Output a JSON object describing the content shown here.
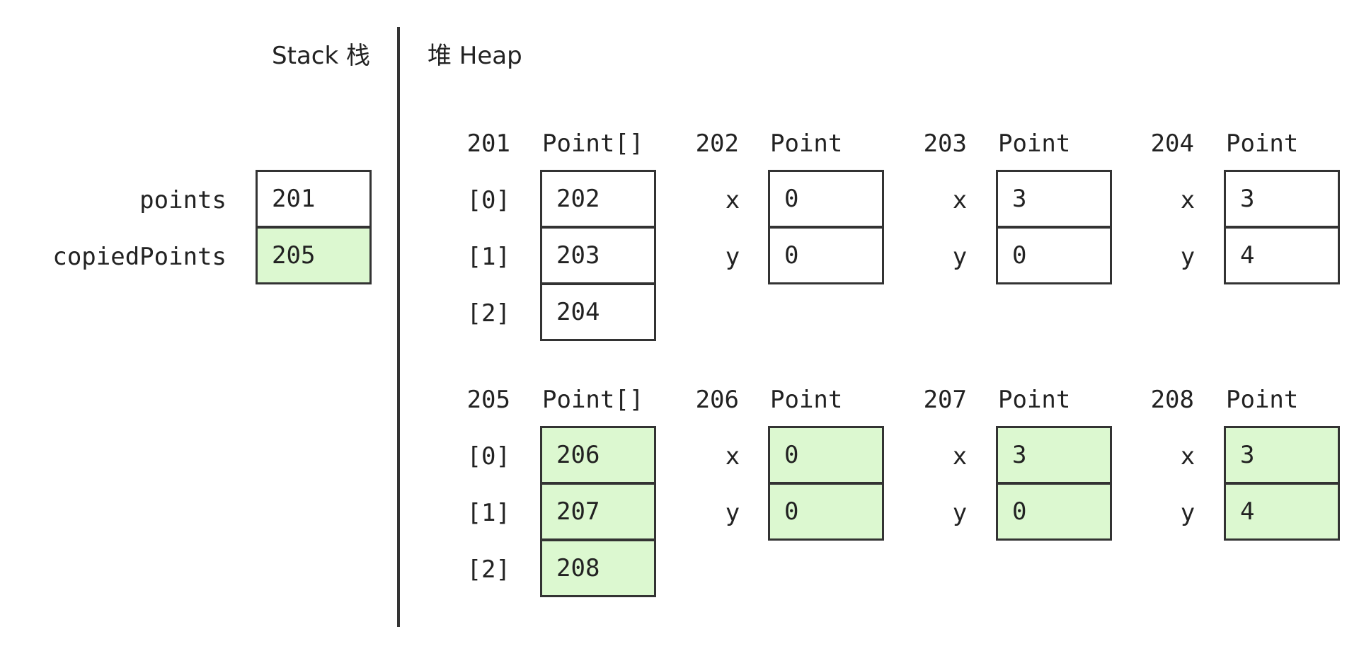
{
  "headers": {
    "stack": "Stack 栈",
    "heap": "堆 Heap"
  },
  "colors": {
    "highlight": "#dcf8d0",
    "border": "#333333",
    "text": "#222222"
  },
  "stack": [
    {
      "name": "points",
      "value": "201",
      "highlight": false
    },
    {
      "name": "copiedPoints",
      "value": "205",
      "highlight": true
    }
  ],
  "heap": {
    "arrays": [
      {
        "address": "201",
        "type": "Point[]",
        "elements": [
          {
            "index": "[0]",
            "value": "202"
          },
          {
            "index": "[1]",
            "value": "203"
          },
          {
            "index": "[2]",
            "value": "204"
          }
        ],
        "highlight": false
      },
      {
        "address": "205",
        "type": "Point[]",
        "elements": [
          {
            "index": "[0]",
            "value": "206"
          },
          {
            "index": "[1]",
            "value": "207"
          },
          {
            "index": "[2]",
            "value": "208"
          }
        ],
        "highlight": true
      }
    ],
    "points": [
      {
        "address": "202",
        "type": "Point",
        "fields": [
          {
            "name": "x",
            "value": "0"
          },
          {
            "name": "y",
            "value": "0"
          }
        ],
        "highlight": false
      },
      {
        "address": "203",
        "type": "Point",
        "fields": [
          {
            "name": "x",
            "value": "3"
          },
          {
            "name": "y",
            "value": "0"
          }
        ],
        "highlight": false
      },
      {
        "address": "204",
        "type": "Point",
        "fields": [
          {
            "name": "x",
            "value": "3"
          },
          {
            "name": "y",
            "value": "4"
          }
        ],
        "highlight": false
      },
      {
        "address": "206",
        "type": "Point",
        "fields": [
          {
            "name": "x",
            "value": "0"
          },
          {
            "name": "y",
            "value": "0"
          }
        ],
        "highlight": true
      },
      {
        "address": "207",
        "type": "Point",
        "fields": [
          {
            "name": "x",
            "value": "3"
          },
          {
            "name": "y",
            "value": "0"
          }
        ],
        "highlight": true
      },
      {
        "address": "208",
        "type": "Point",
        "fields": [
          {
            "name": "x",
            "value": "3"
          },
          {
            "name": "y",
            "value": "4"
          }
        ],
        "highlight": true
      }
    ]
  }
}
